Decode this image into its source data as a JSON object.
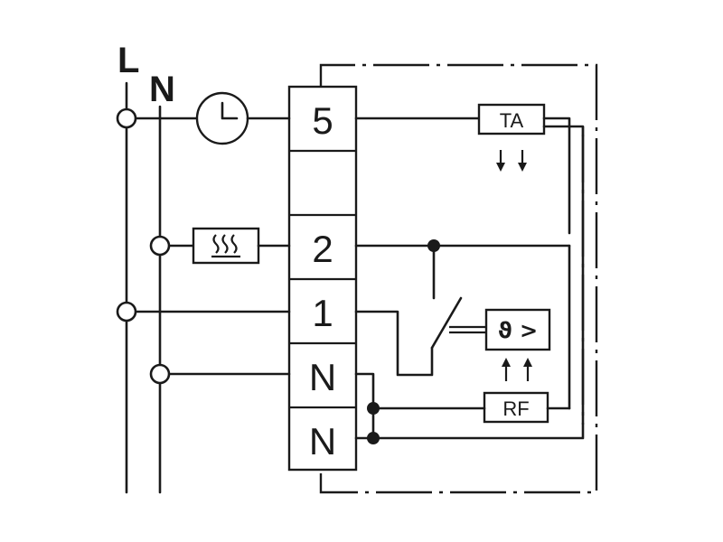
{
  "rails": {
    "line": "L",
    "neutral": "N"
  },
  "terminals": [
    "5",
    "",
    "2",
    "1",
    "N",
    "N"
  ],
  "components": {
    "ta_label": "TA",
    "rf_label": "RF",
    "sensor_symbol": "ϑ >"
  }
}
